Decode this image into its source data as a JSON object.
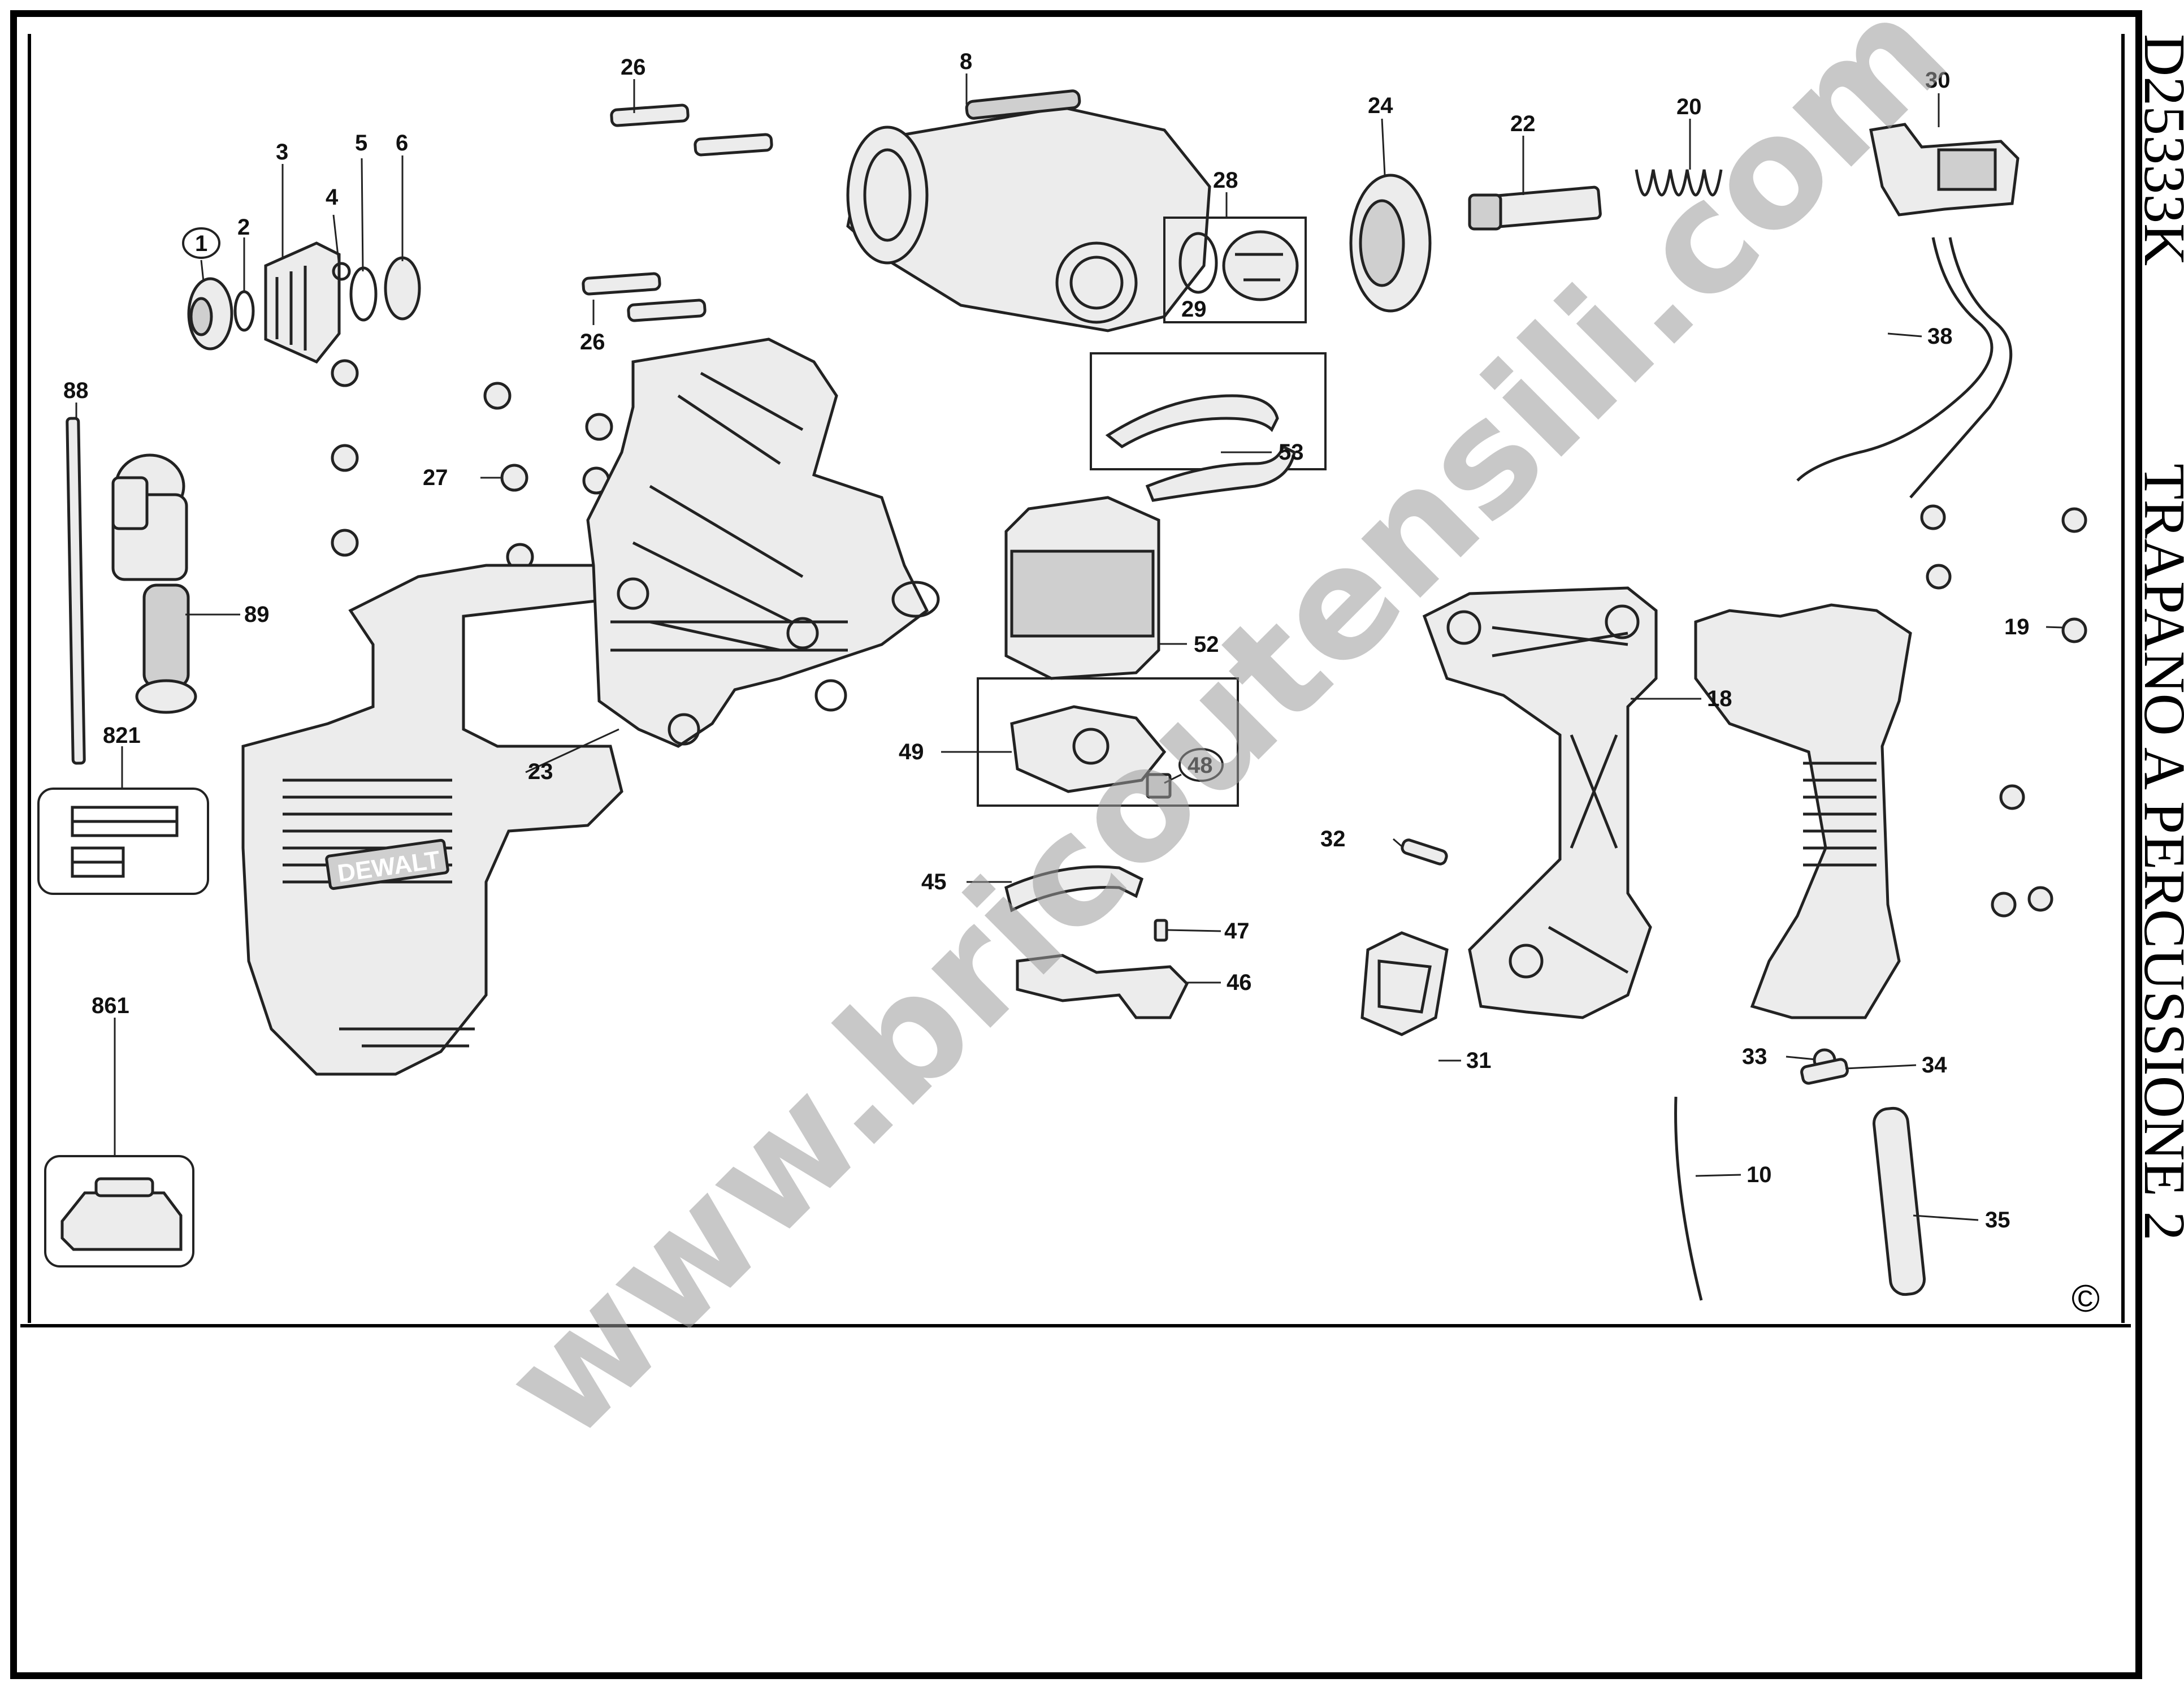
{
  "sheet": {
    "model": "D25333K",
    "subtitle": "TRAPANO A PERCUSSIONE 2",
    "copyright": "©",
    "watermark": "www.bricoutensili.com",
    "brand_mark": "DEWALT"
  },
  "labels": {
    "p1": "1",
    "p2": "2",
    "p3": "3",
    "p4": "4",
    "p5": "5",
    "p6": "6",
    "p8": "8",
    "p10": "10",
    "p18": "18",
    "p19": "19",
    "p20": "20",
    "p22": "22",
    "p23": "23",
    "p24": "24",
    "p26a": "26",
    "p26b": "26",
    "p27": "27",
    "p28": "28",
    "p29": "29",
    "p30": "30",
    "p31": "31",
    "p32": "32",
    "p33": "33",
    "p34": "34",
    "p35": "35",
    "p38": "38",
    "p45": "45",
    "p46": "46",
    "p47": "47",
    "p48": "48",
    "p49": "49",
    "p52": "52",
    "p53": "53",
    "p88": "88",
    "p89": "89",
    "p821": "821",
    "p861": "861"
  }
}
